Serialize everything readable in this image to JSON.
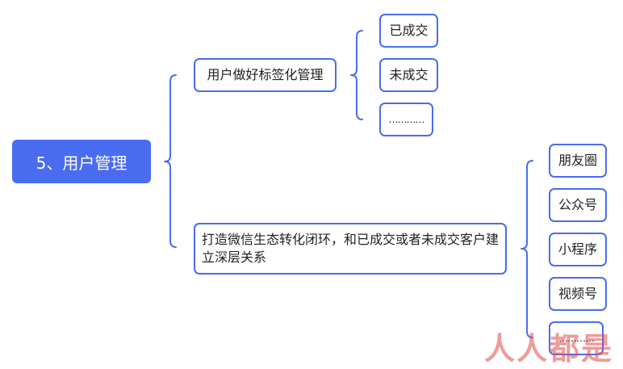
{
  "root": {
    "label": "5、用户管理"
  },
  "branches": [
    {
      "label": "用户做好标签化管理",
      "children": [
        "已成交",
        "未成交",
        "…………"
      ]
    },
    {
      "label": "打造微信生态转化闭环，和已成交或者未成交客户建立深层关系",
      "children": [
        "朋友圈",
        "公众号",
        "小程序",
        "视频号",
        "…………"
      ]
    }
  ],
  "watermark": {
    "text": "人人都是"
  },
  "colors": {
    "accent": "#4a6cf0",
    "watermark": "#e24a4a"
  }
}
